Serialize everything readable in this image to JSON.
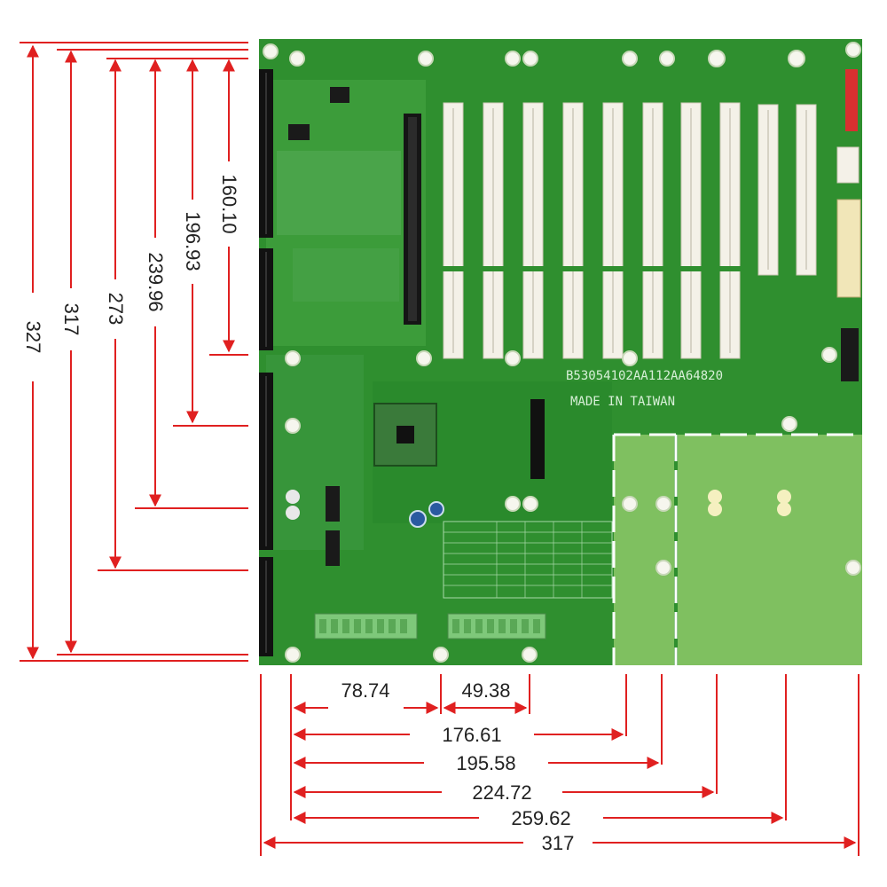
{
  "colors": {
    "dimension_line": "#e02020",
    "pcb": "#2f8f2f",
    "pcb_dark": "#1f6f25",
    "pcb_light": "#7fc060",
    "slot": "#f4f1e8",
    "terminal": "#7ec87a"
  },
  "board": {
    "serial": "B53054102AA112AA64820",
    "origin": "MADE IN TAIWAN"
  },
  "dimensions": {
    "vertical": [
      {
        "label": "327"
      },
      {
        "label": "317"
      },
      {
        "label": "273"
      },
      {
        "label": "239.96"
      },
      {
        "label": "196.93"
      },
      {
        "label": "160.10"
      }
    ],
    "horizontal": [
      {
        "label": "78.74"
      },
      {
        "label": "49.38"
      },
      {
        "label": "176.61"
      },
      {
        "label": "195.58"
      },
      {
        "label": "224.72"
      },
      {
        "label": "259.62"
      },
      {
        "label": "317"
      }
    ]
  }
}
